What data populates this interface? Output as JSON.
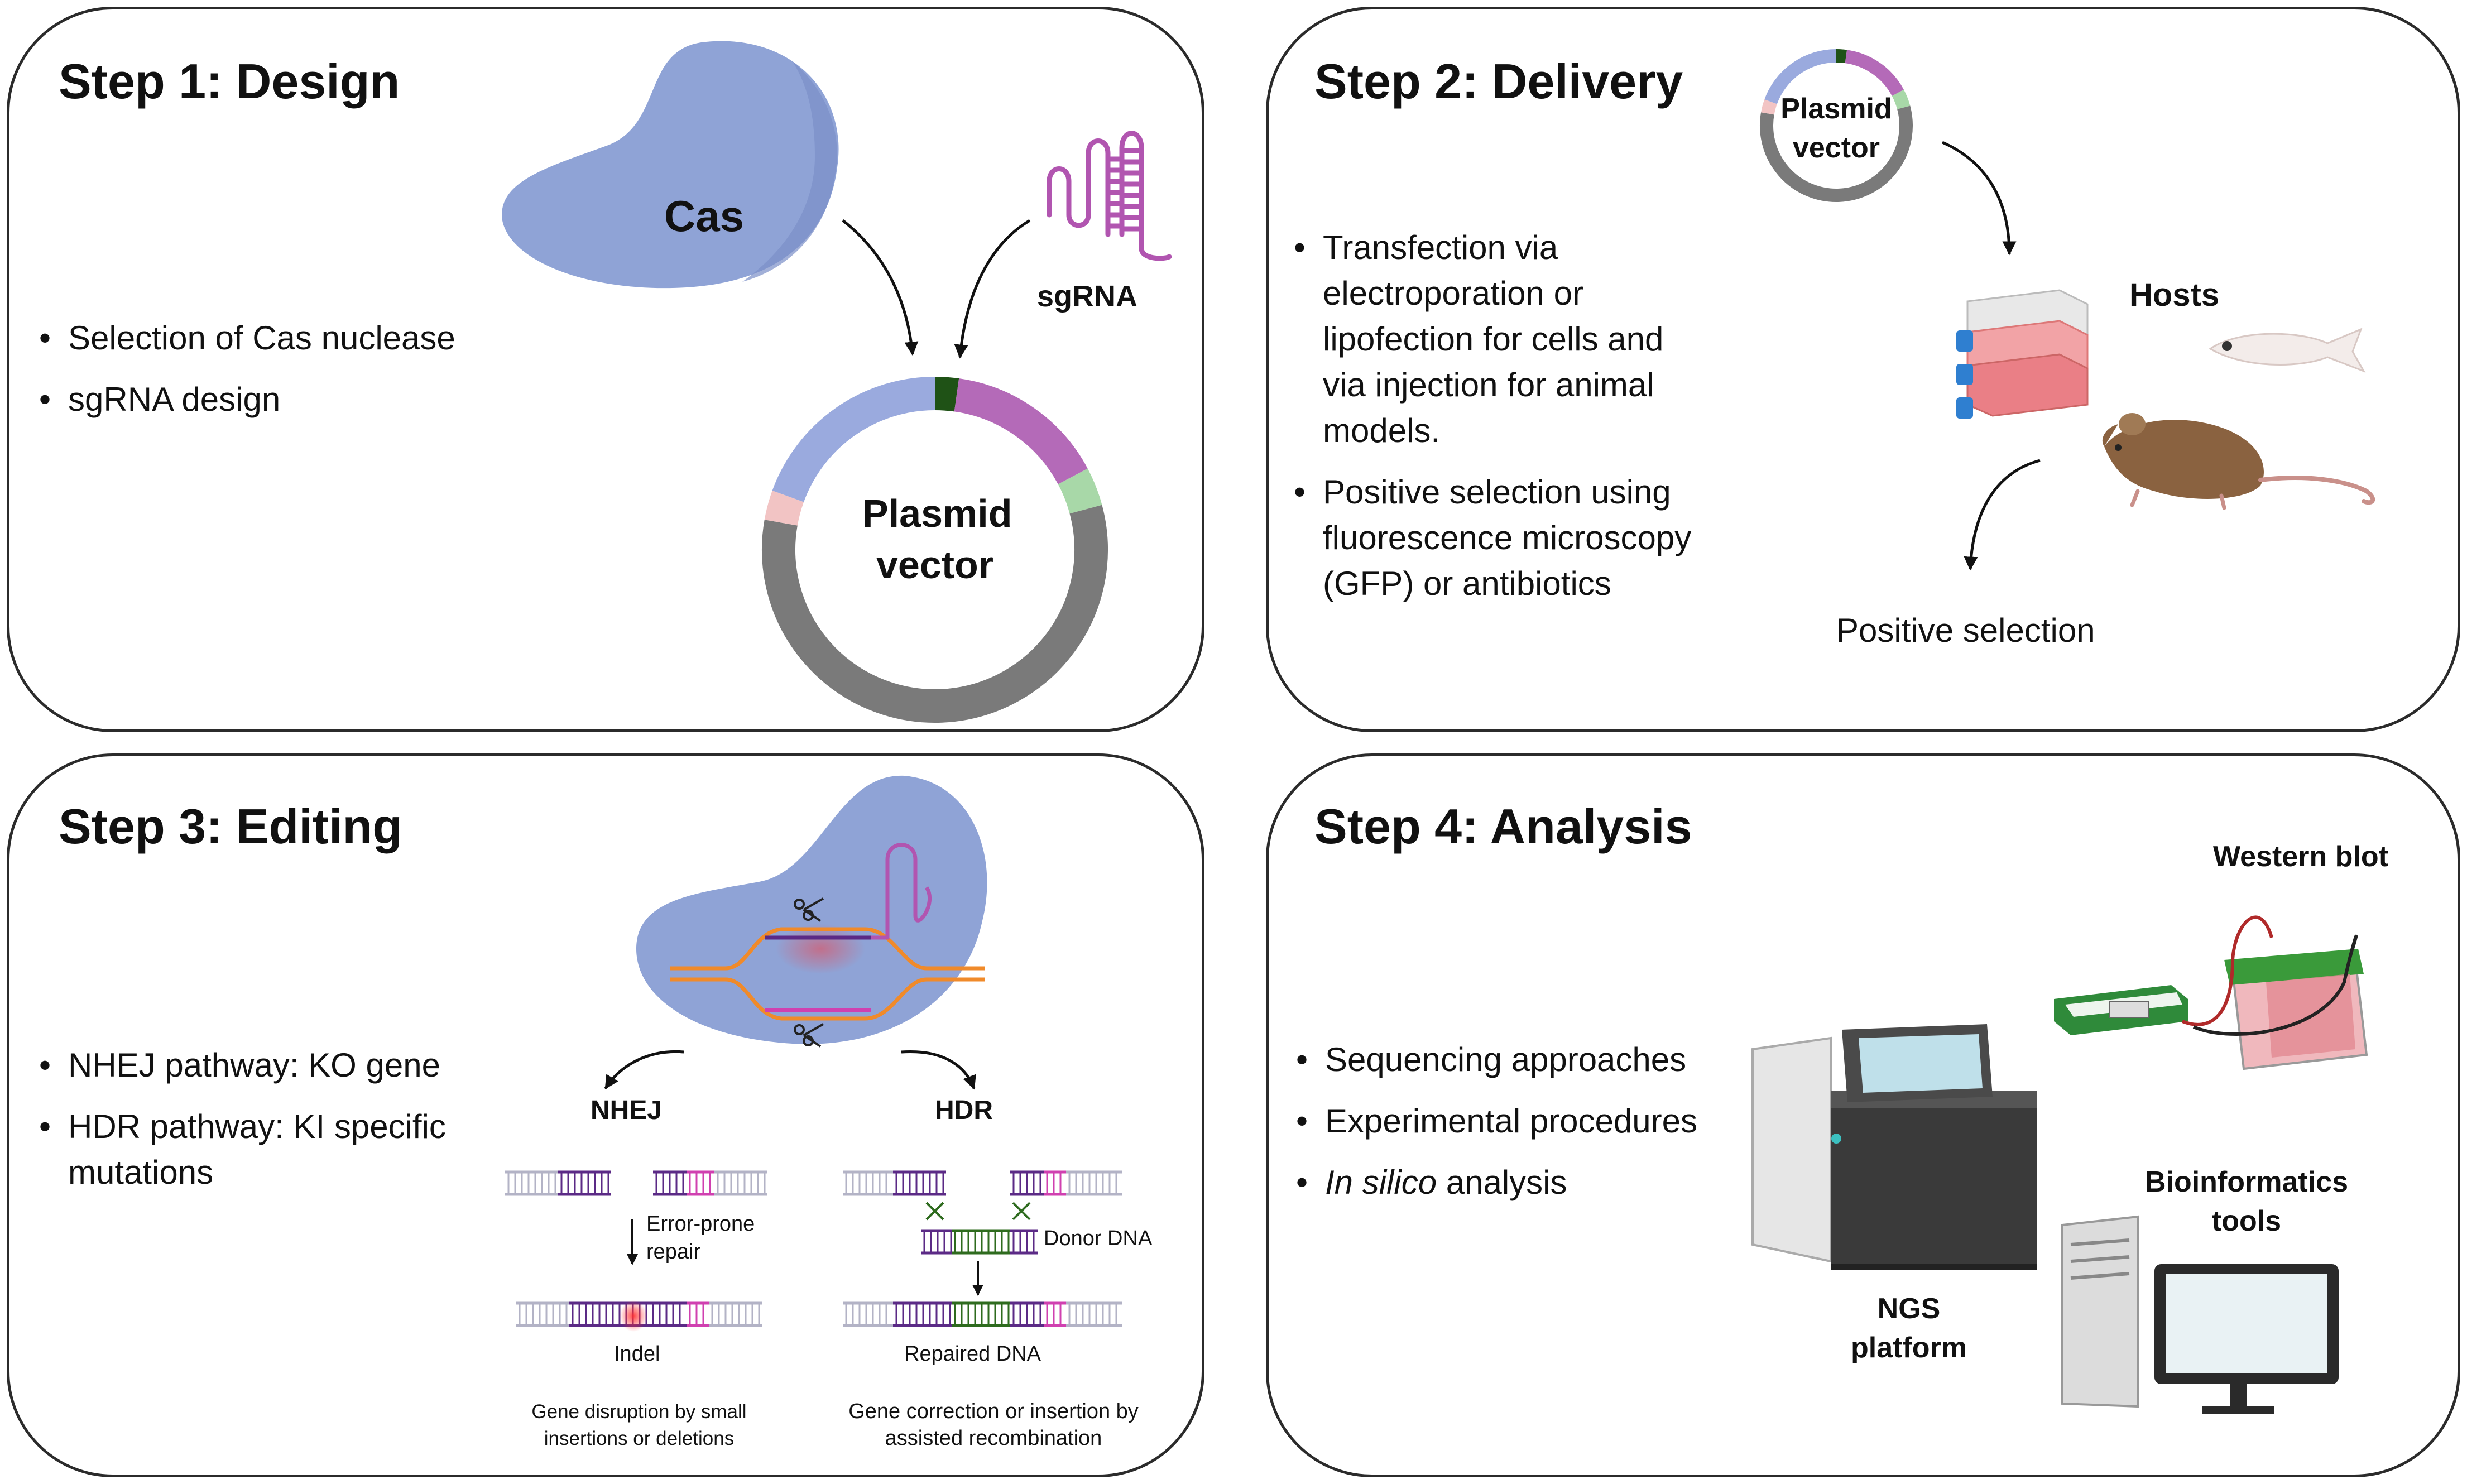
{
  "step1": {
    "title": "Step 1: Design",
    "bullets": [
      "Selection of Cas nuclease",
      "sgRNA design"
    ],
    "cas_label": "Cas",
    "sgrna_label": "sgRNA",
    "plasmid_label_line1": "Plasmid",
    "plasmid_label_line2": "vector"
  },
  "step2": {
    "title": "Step 2: Delivery",
    "bullets": [
      [
        "Transfection via",
        "electroporation or",
        "lipofection for cells and",
        "via injection for animal",
        "models."
      ],
      [
        "Positive selection using",
        "fluorescence microscopy",
        "(GFP) or antibiotics"
      ]
    ],
    "plasmid_label_line1": "Plasmid",
    "plasmid_label_line2": "vector",
    "hosts_label": "Hosts",
    "selection_label": "Positive selection"
  },
  "step3": {
    "title": "Step 3: Editing",
    "bullets": [
      [
        "NHEJ pathway: KO gene"
      ],
      [
        "HDR pathway: KI specific",
        "mutations"
      ]
    ],
    "nhej_label": "NHEJ",
    "hdr_label": "HDR",
    "error_prone_line1": "Error-prone",
    "error_prone_line2": "repair",
    "donor_label": "Donor DNA",
    "indel_label": "Indel",
    "repaired_label": "Repaired DNA",
    "nhej_caption_line1": "Gene disruption by small",
    "nhej_caption_line2": "insertions or deletions",
    "hdr_caption_line1": "Gene correction or insertion by",
    "hdr_caption_line2": "assisted recombination"
  },
  "step4": {
    "title": "Step 4: Analysis",
    "bullets": {
      "b1": "Sequencing approaches",
      "b2": "Experimental procedures",
      "b3_italic": "In silico",
      "b3_rest": " analysis"
    },
    "western_label": "Western blot",
    "bioinf_line1": "Bioinformatics",
    "bioinf_line2": "tools",
    "ngs_line1": "NGS",
    "ngs_line2": "platform"
  },
  "colors": {
    "cas_blue": "#8fa3d6",
    "plasmid_grey": "#7a7a7a",
    "plasmid_blue": "#9aaade",
    "plasmid_purple": "#b46ab8",
    "plasmid_darkgreen": "#1f5216",
    "plasmid_lightgreen": "#a8d8a8",
    "plasmid_pink": "#f2c4c4",
    "dna_purple": "#5b2a86",
    "dna_magenta": "#d040b0",
    "dna_orange": "#f08a2a",
    "dna_grey": "#b3b3c6",
    "donor_green": "#2e6b1e"
  }
}
